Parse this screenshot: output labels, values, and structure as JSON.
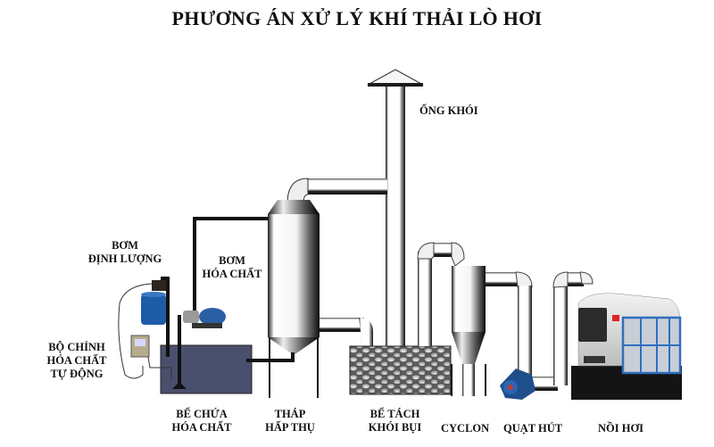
{
  "title": "PHƯƠNG ÁN XỬ LÝ KHÍ THẢI LÒ HƠI",
  "labels": {
    "ong_khoi": "ỐNG KHÓI",
    "bom_dinh_luong": [
      "BƠM",
      "ĐỊNH LƯỢNG"
    ],
    "bom_hoa_chat": [
      "BƠM",
      "HÓA CHẤT"
    ],
    "bo_chinh_hoa_chat": [
      "BỘ CHỈNH",
      "HÓA CHẤT",
      "TỰ ĐỘNG"
    ],
    "be_chua_hoa_chat": [
      "BỂ CHỨA",
      "HÓA CHẤT"
    ],
    "thap_hap_thu": [
      "THÁP",
      "HẤP THỤ"
    ],
    "be_tach_khoi_bui": [
      "BỂ TÁCH",
      "KHÓI BỤI"
    ],
    "cyclon": "CYCLON",
    "quat_hut": "QUẠT HÚT",
    "noi_hoi": "NỒI HƠI"
  },
  "colors": {
    "tank": "#4a4f6e",
    "pipe_dark": "#111111",
    "pump_blue": "#1f5fa8",
    "boiler_frame": "#2f6fc0",
    "boiler_body": "#d8d8d8",
    "boiler_base": "#141414"
  }
}
